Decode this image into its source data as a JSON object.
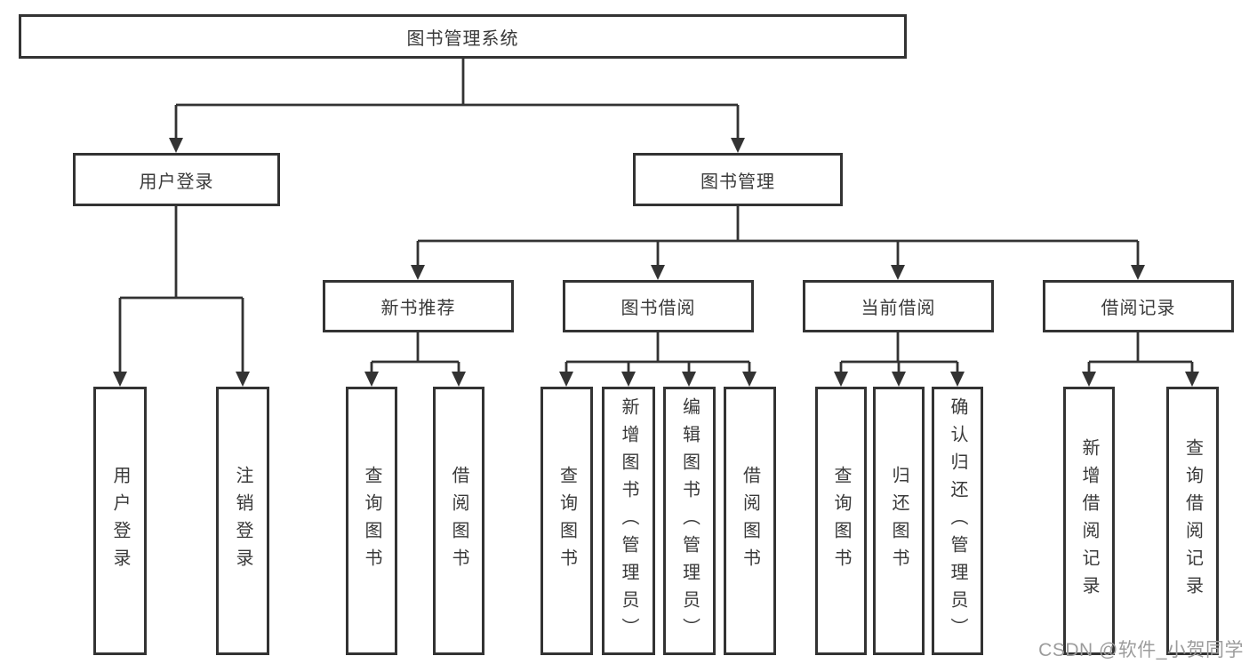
{
  "diagram": {
    "root": {
      "label": "图书管理系统"
    },
    "branches": [
      {
        "label": "用户登录",
        "children": [
          {
            "label": "用户登录"
          },
          {
            "label": "注销登录"
          }
        ]
      },
      {
        "label": "图书管理",
        "children": [
          {
            "label": "新书推荐",
            "children": [
              {
                "label": "查询图书"
              },
              {
                "label": "借阅图书"
              }
            ]
          },
          {
            "label": "图书借阅",
            "children": [
              {
                "label": "查询图书"
              },
              {
                "label": "新增图书（管理员）"
              },
              {
                "label": "编辑图书（管理员）"
              },
              {
                "label": "借阅图书"
              }
            ]
          },
          {
            "label": "当前借阅",
            "children": [
              {
                "label": "查询图书"
              },
              {
                "label": "归还图书"
              },
              {
                "label": "确认归还（管理员）"
              }
            ]
          },
          {
            "label": "借阅记录",
            "children": [
              {
                "label": "新增借阅记录"
              },
              {
                "label": "查询借阅记录"
              }
            ]
          }
        ]
      }
    ]
  },
  "watermark": {
    "text": "CSDN @软件_小贺同学"
  },
  "colors": {
    "line": "#333333",
    "box_border": "#333333",
    "text": "#3a3a3a",
    "watermark": "#9c9c9c",
    "background": "#ffffff"
  }
}
